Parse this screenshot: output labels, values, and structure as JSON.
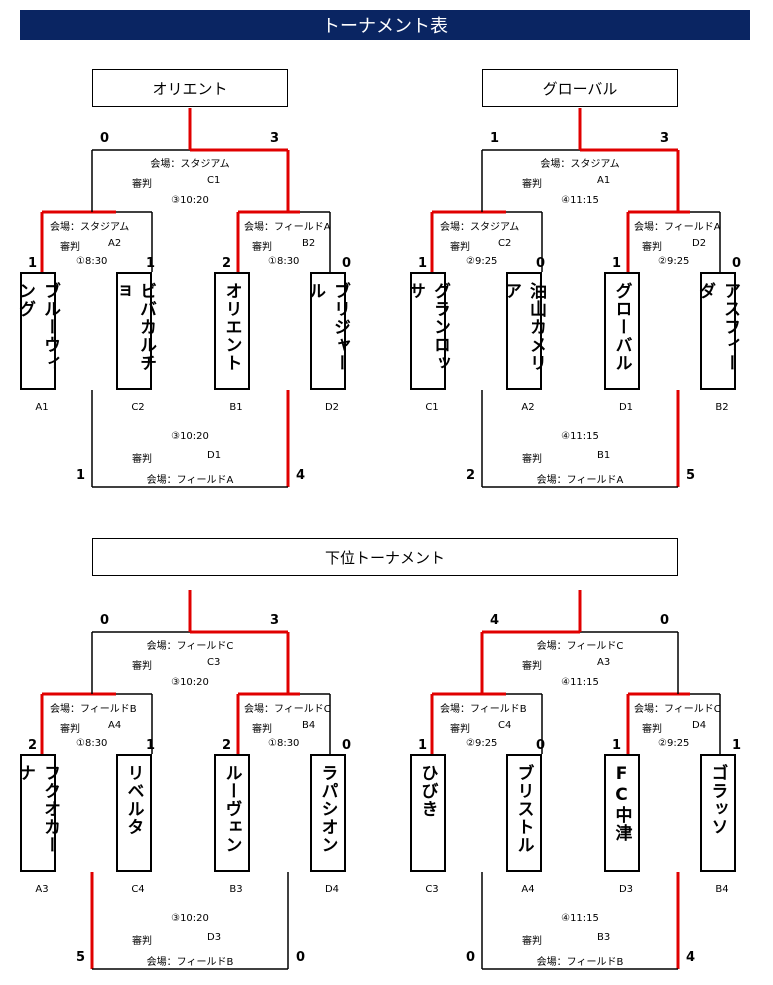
{
  "page_title": "トーナメント表",
  "top": {
    "left_title": "オリエント",
    "right_title": "グローバル"
  },
  "lower_title": "下位トーナメント",
  "labels": {
    "venue_prefix": "会場：",
    "referee": "審判"
  },
  "brackets": [
    {
      "id": "orient",
      "teams": [
        "ブルーウィング",
        "ビバカルチョ",
        "オリエント",
        "ブリジャール"
      ],
      "codes": [
        "A1",
        "C2",
        "B1",
        "D2"
      ],
      "semi_left": {
        "venue": "会場：スタジアム",
        "ref": "A2",
        "time": "①8:30",
        "score_a": "1",
        "score_b": "1"
      },
      "semi_right": {
        "venue": "会場：フィールドA",
        "ref": "B2",
        "time": "①8:30",
        "score_a": "2",
        "score_b": "0"
      },
      "final": {
        "venue": "会場：スタジアム",
        "ref": "C1",
        "time": "③10:20",
        "score_a": "0",
        "score_b": "3"
      },
      "third": {
        "venue": "会場：フィールドA",
        "ref": "D1",
        "time": "③10:20",
        "score_a": "1",
        "score_b": "4"
      }
    },
    {
      "id": "global",
      "teams": [
        "グランロッサ",
        "油山カメリア",
        "グローバル",
        "アスフィーダ"
      ],
      "codes": [
        "C1",
        "A2",
        "D1",
        "B2"
      ],
      "semi_left": {
        "venue": "会場：スタジアム",
        "ref": "C2",
        "time": "②9:25",
        "score_a": "1",
        "score_b": "0"
      },
      "semi_right": {
        "venue": "会場：フィールドA",
        "ref": "D2",
        "time": "②9:25",
        "score_a": "1",
        "score_b": "0"
      },
      "final": {
        "venue": "会場：スタジアム",
        "ref": "A1",
        "time": "④11:15",
        "score_a": "1",
        "score_b": "3"
      },
      "third": {
        "venue": "会場：フィールドA",
        "ref": "B1",
        "time": "④11:15",
        "score_a": "2",
        "score_b": "5"
      }
    },
    {
      "id": "lower_left",
      "teams": [
        "フクオカーナ",
        "リベルタ",
        "ルーヴェン",
        "ラパシオン"
      ],
      "codes": [
        "A3",
        "C4",
        "B3",
        "D4"
      ],
      "semi_left": {
        "venue": "会場：フィールドB",
        "ref": "A4",
        "time": "①8:30",
        "score_a": "2",
        "score_b": "1"
      },
      "semi_right": {
        "venue": "会場：フィールドC",
        "ref": "B4",
        "time": "①8:30",
        "score_a": "2",
        "score_b": "0"
      },
      "final": {
        "venue": "会場：フィールドC",
        "ref": "C3",
        "time": "③10:20",
        "score_a": "0",
        "score_b": "3"
      },
      "third": {
        "venue": "会場：フィールドB",
        "ref": "D3",
        "time": "③10:20",
        "score_a": "5",
        "score_b": "0"
      }
    },
    {
      "id": "lower_right",
      "teams": [
        "ひびき",
        "ブリストル",
        "FC中津",
        "ゴラッソ"
      ],
      "codes": [
        "C3",
        "A4",
        "D3",
        "B4"
      ],
      "semi_left": {
        "venue": "会場：フィールドB",
        "ref": "C4",
        "time": "②9:25",
        "score_a": "1",
        "score_b": "0"
      },
      "semi_right": {
        "venue": "会場：フィールドC",
        "ref": "D4",
        "time": "②9:25",
        "score_a": "1",
        "score_b": "1"
      },
      "final": {
        "venue": "会場：フィールドC",
        "ref": "A3",
        "time": "④11:15",
        "score_a": "4",
        "score_b": "0"
      },
      "third": {
        "venue": "会場：フィールドB",
        "ref": "B3",
        "time": "④11:15",
        "score_a": "0",
        "score_b": "4"
      }
    }
  ],
  "colors": {
    "header_bg": "#0a2562",
    "win_line": "#e00000",
    "line": "#000000"
  }
}
